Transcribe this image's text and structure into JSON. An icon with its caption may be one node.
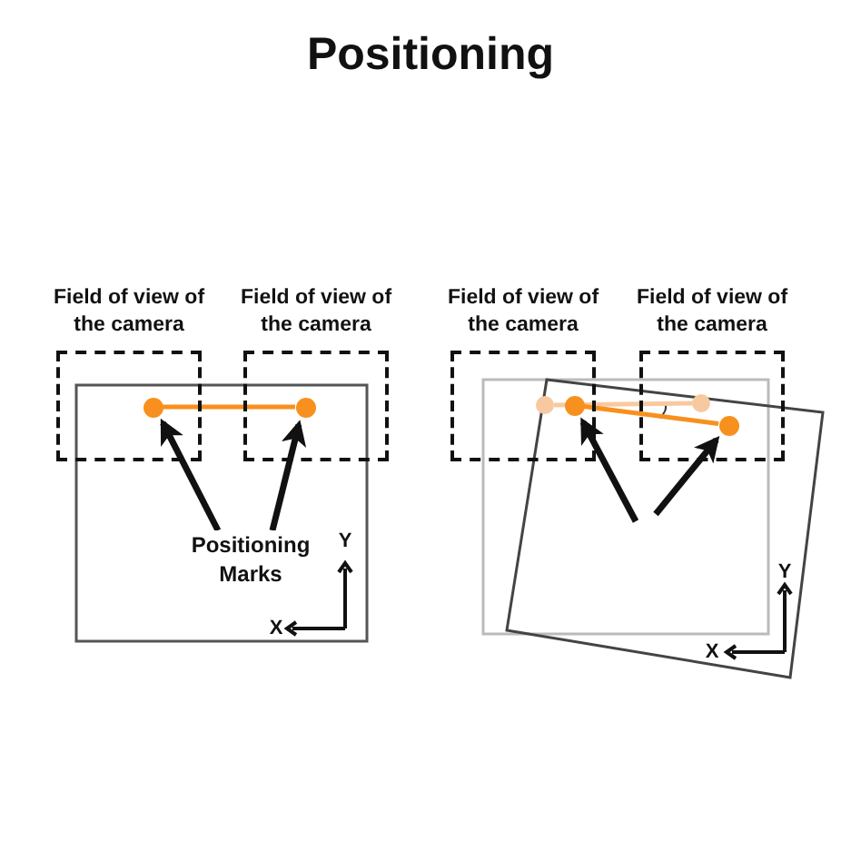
{
  "diagram": {
    "title": "Positioning",
    "nodes": [
      {
        "text": [
          "Field of view of the camera"
        ]
      },
      {
        "text": [
          "Field of view of the camera"
        ]
      },
      {
        "text": [
          "Positioning Marks"
        ]
      },
      {
        "text": [],
        "shape": "circle",
        "in": 0
      },
      {
        "text": [],
        "shape": "circle",
        "in": 1
      },
      {
        "text": [
          "Field of view of the camera"
        ]
      },
      {
        "text": [
          "Field of view of the camera"
        ]
      },
      {
        "text": [],
        "shape": "circle",
        "in": 5
      },
      {
        "text": [],
        "shape": "circle",
        "in": 6
      },
      {
        "text": [],
        "shape": "circle",
        "in": 5
      },
      {
        "text": [],
        "shape": "circle",
        "in": 6
      }
    ],
    "edges": [
      {
        "from": 3,
        "to": 4,
        "arrow": "none",
        "color": "#f7901e"
      },
      {
        "from": 2,
        "to": 3,
        "arrow": "to"
      },
      {
        "from": 2,
        "to": 4,
        "arrow": "to"
      },
      {
        "from": 7,
        "to": 8,
        "arrow": "none",
        "color": "#f8c9a0"
      },
      {
        "from": 9,
        "to": 10,
        "arrow": "none",
        "color": "#f7901e"
      },
      {
        "from": null,
        "to": 9,
        "arrow": "to"
      },
      {
        "from": null,
        "to": 10,
        "arrow": "to"
      }
    ],
    "labels": [
      "Y",
      "X",
      "Y",
      "X"
    ]
  }
}
